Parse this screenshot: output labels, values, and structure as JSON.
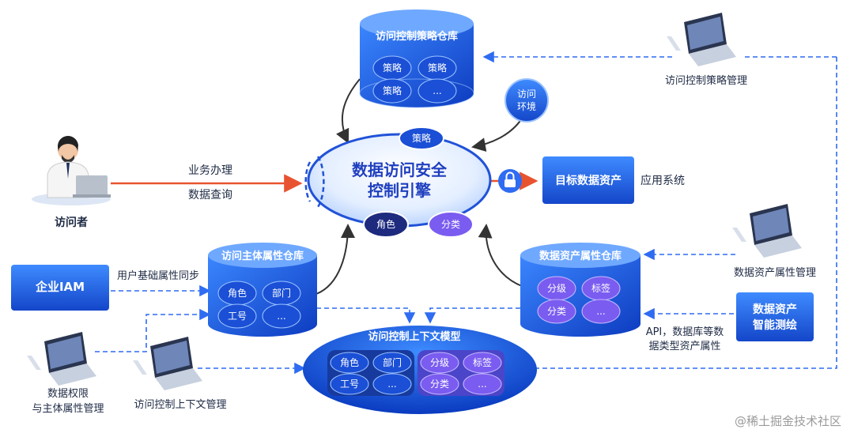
{
  "engine": {
    "line1": "数据访问安全",
    "line2": "控制引擎"
  },
  "engine_tags": {
    "policy": "策略",
    "role": "角色",
    "classify": "分类"
  },
  "policy_repo": {
    "title": "访问控制策略仓库",
    "items": [
      "策略",
      "策略",
      "策略",
      "..."
    ]
  },
  "access_env": {
    "line1": "访问",
    "line2": "环境"
  },
  "visitor": {
    "label": "访问者",
    "action1": "业务办理",
    "action2": "数据查询"
  },
  "target": {
    "label": "目标数据资产",
    "app": "应用系统"
  },
  "subject_repo": {
    "title": "访问主体属性仓库",
    "items": [
      "角色",
      "部门",
      "工号",
      "..."
    ]
  },
  "asset_repo": {
    "title": "数据资产属性仓库",
    "items": [
      "分级",
      "标签",
      "分类",
      "..."
    ]
  },
  "context_model": {
    "title": "访问控制上下文模型",
    "left_items": [
      "角色",
      "部门",
      "工号",
      "..."
    ],
    "right_items": [
      "分级",
      "标签",
      "分类",
      "..."
    ]
  },
  "iam": {
    "label": "企业IAM",
    "sync": "用户基础属性同步"
  },
  "survey": {
    "line1": "数据资产",
    "line2": "智能测绘",
    "note1": "API，数据库等数",
    "note2": "据类型资产属性"
  },
  "consoles": {
    "policy_mgmt": "访问控制策略管理",
    "asset_mgmt": "数据资产属性管理",
    "perm_line1": "数据权限",
    "perm_line2": "与主体属性管理",
    "context_mgmt": "访问控制上下文管理"
  },
  "watermark": "@稀土掘金技术社区",
  "colors": {
    "accent": "#2f6cf2",
    "arrow_red": "#e8532f",
    "dark": "#1e2a44",
    "purple": "#7a5cf0"
  }
}
